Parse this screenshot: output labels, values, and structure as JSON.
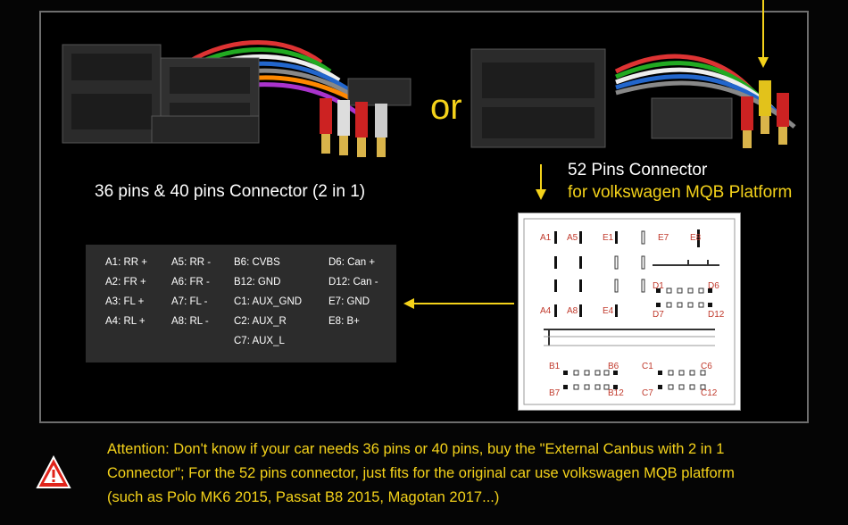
{
  "or_text": "or",
  "left_caption": "36 pins & 40 pins Connector (2 in 1)",
  "right_caption_line1": "52 Pins Connector",
  "right_caption_line2": "for volkswagen MQB Platform",
  "pin_table": {
    "col1": [
      "A1: RR +",
      "A2: FR +",
      "A3: FL +",
      "A4: RL +"
    ],
    "col2": [
      "A5: RR -",
      "A6: FR -",
      "A7: FL -",
      "A8: RL -"
    ],
    "col3": [
      "B6: CVBS",
      "B12: GND",
      "C1: AUX_GND",
      "C2: AUX_R",
      "C7: AUX_L"
    ],
    "col4": [
      "D6: Can +",
      "D12: Can -",
      "E7: GND",
      "E8: B+"
    ]
  },
  "pinout_labels": {
    "a1": "A1",
    "a5": "A5",
    "e1": "E1",
    "e7": "E7",
    "e8": "E8",
    "d1": "D1",
    "d6": "D6",
    "d7": "D7",
    "d12": "D12",
    "a4": "A4",
    "a8": "A8",
    "e4": "E4",
    "b1": "B1",
    "b6": "B6",
    "c1": "C1",
    "c6": "C6",
    "b7": "B7",
    "b12": "B12",
    "c7": "C7",
    "c12": "C12"
  },
  "attention": [
    "Attention: Don't know if your car needs 36 pins or 40 pins, buy the \"External Canbus with 2 in 1",
    "Connector\"; For the 52 pins connector, just fits for the original car use volkswagen MQB platform",
    "(such as Polo MK6 2015, Passat B8 2015, Magotan 2017...)"
  ],
  "colors": {
    "accent_yellow": "#f4d21a",
    "pin_label_red": "#c0392b",
    "warning_red": "#e0241b"
  }
}
